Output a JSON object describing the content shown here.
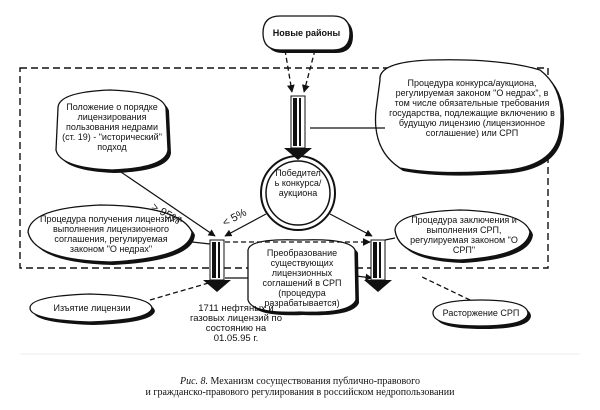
{
  "nodes": {
    "new_regions": "Новые районы",
    "competition": "Процедура конкурса/аукциона, регулируемая законом \"О недрах\", в том числе обязательные требования государства, подлежащие включению в будущую лицензию (лицензионное соглашение) или СРП",
    "historical": "Положение о порядке лицензирования пользования недрами (ст. 19) - \"исторический\" подход",
    "winner": "Победитель конкурса/аукциона",
    "license_procedure": "Процедура получения лицензии и выполнения лицензионного соглашения, регулируемая законом \"О недрах\"",
    "srp_procedure": "Процедура заключения и выполнения СРП, регулируемая законом \"О СРП\"",
    "transformation": "Преобразование существующих лицензионных соглашений в СРП (процедура разрабатывается)",
    "license_count": "1711 нефтяных и газовых лицензий по состоянию на 01.05.95 г.",
    "license_withdrawal": "Изъятие лицензии",
    "srp_termination": "Расторжение СРП"
  },
  "percentages": {
    "historical_share": "> 95%",
    "competition_share": "< 5%"
  },
  "caption": {
    "prefix": "Рис. 8.",
    "line1": "Механизм сосуществования публично-правового",
    "line2": "и гражданско-правового регулирования в российском недропользовании"
  }
}
